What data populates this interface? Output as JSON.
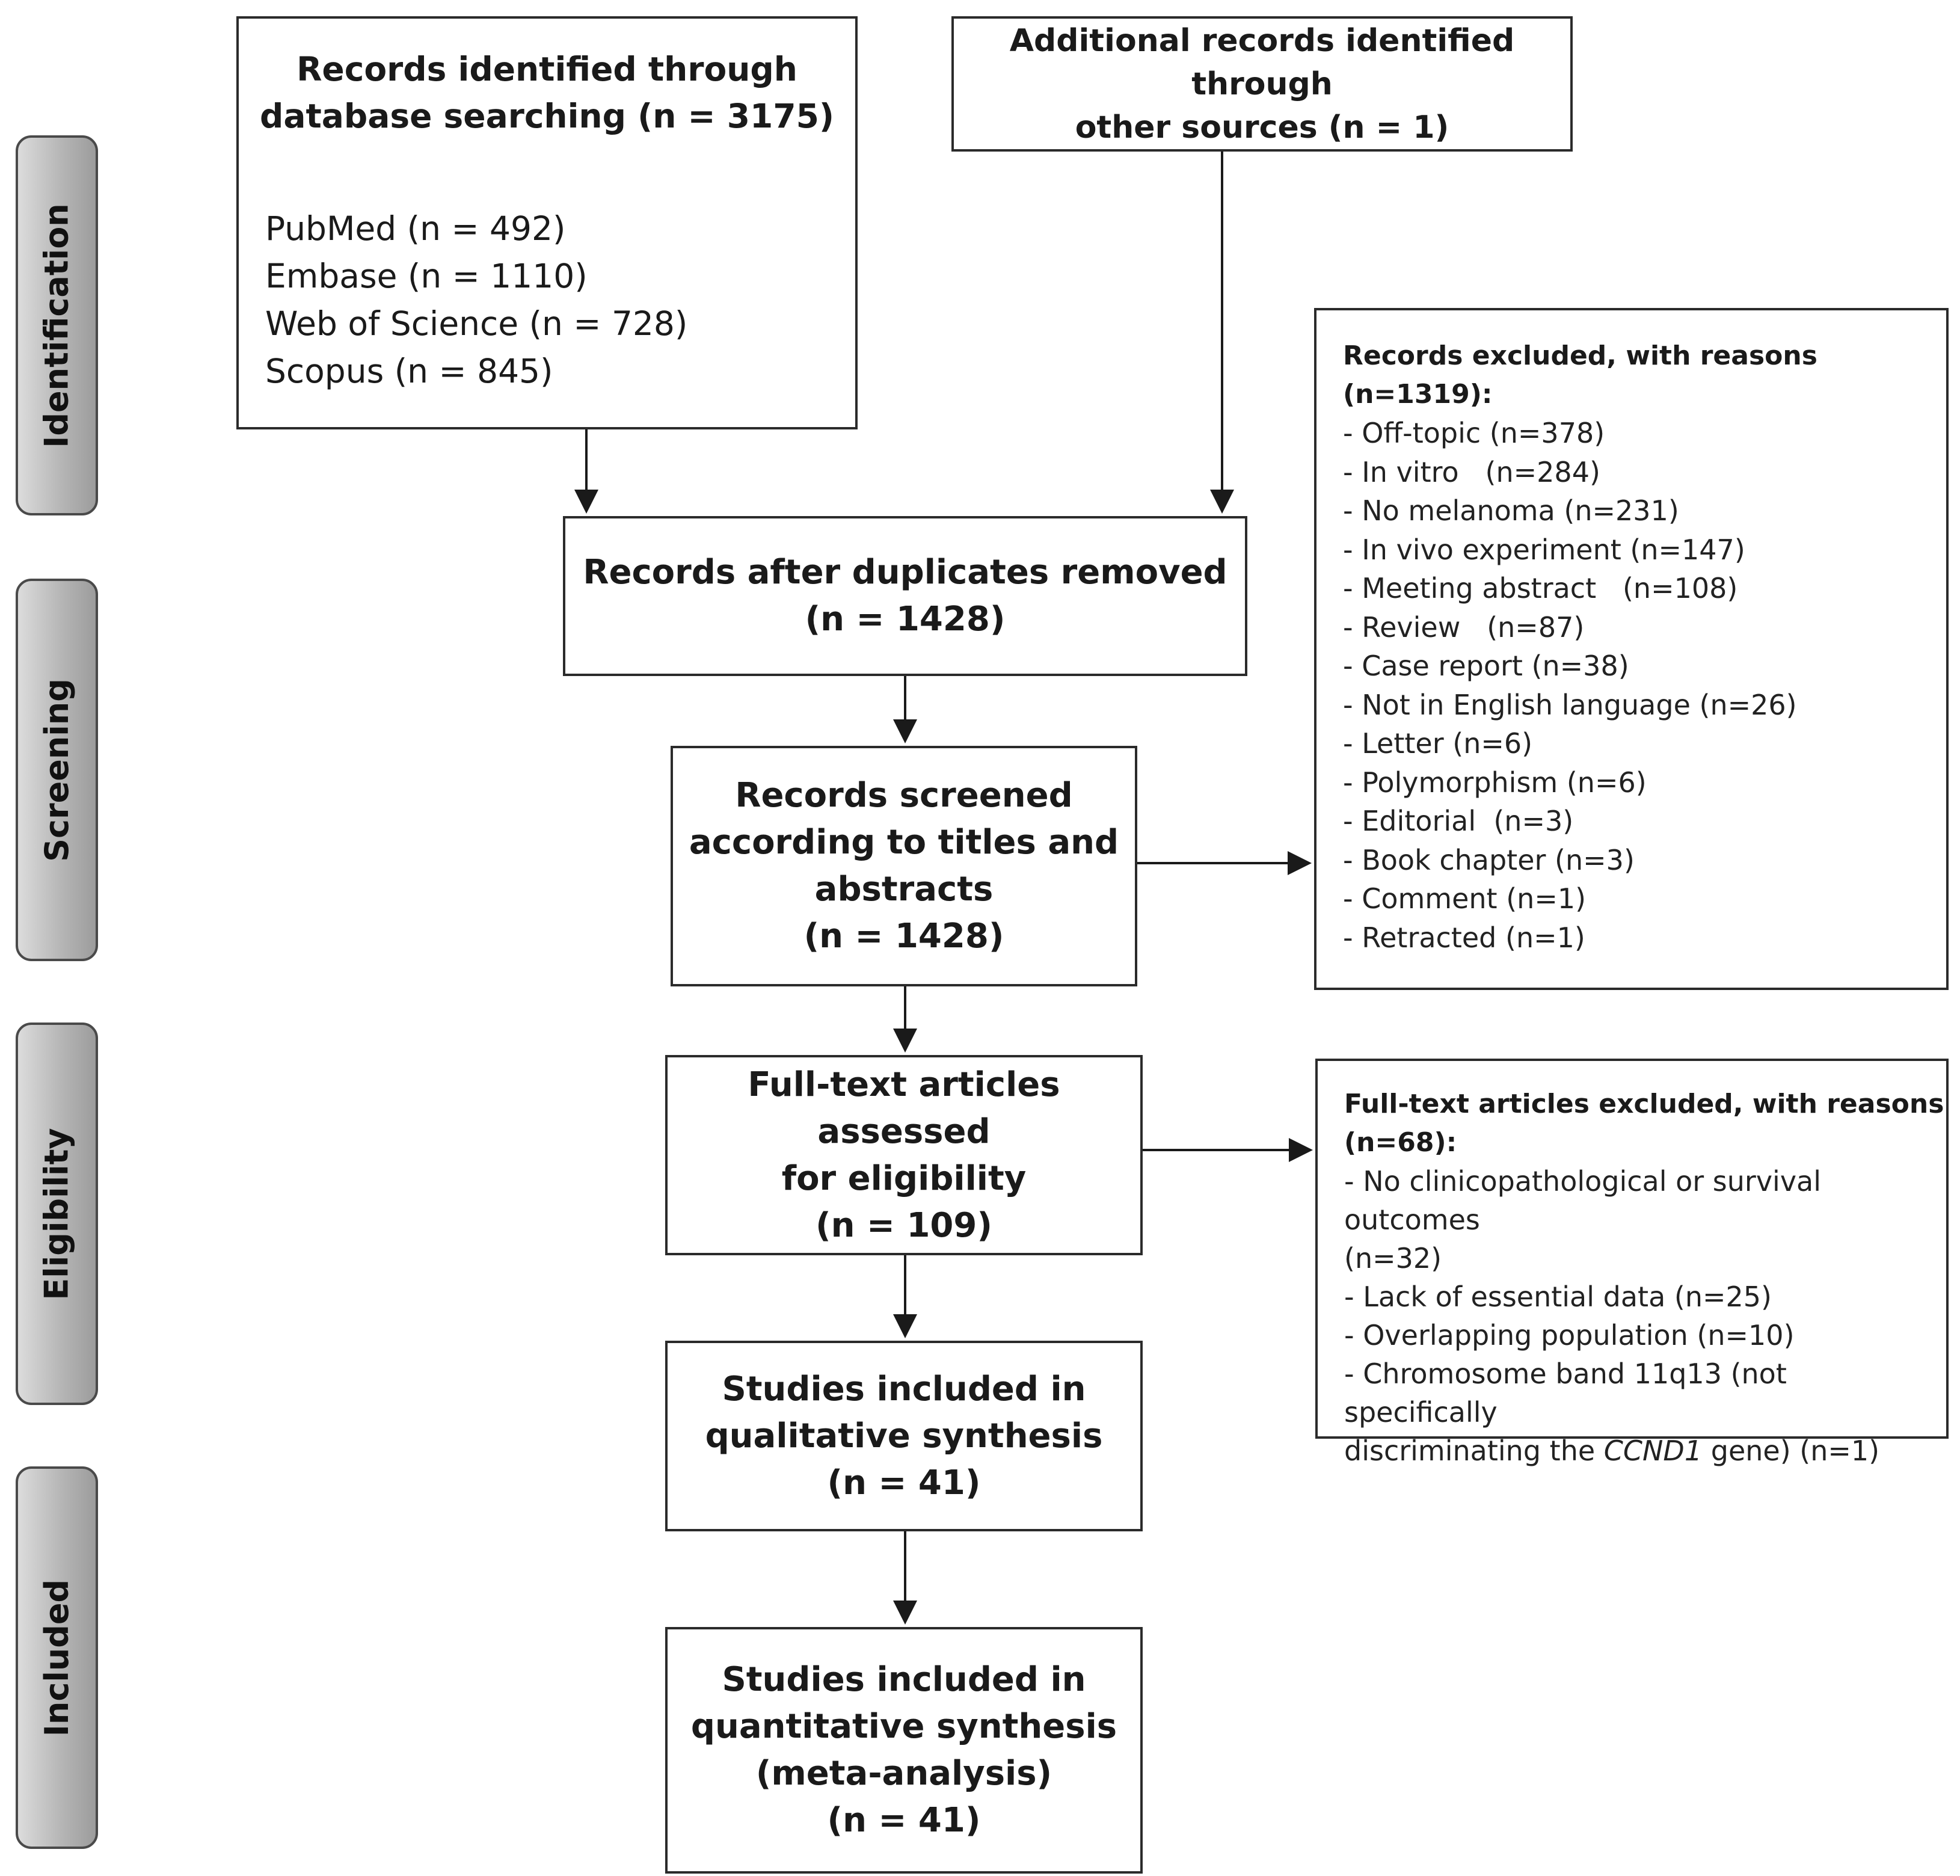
{
  "phases": {
    "identification": "Identification",
    "screening": "Screening",
    "eligibility": "Eligibility",
    "included": "Included"
  },
  "db_search": {
    "title_line1": "Records identified through",
    "title_line2": "database searching (n = 3175)",
    "sources": [
      "PubMed (n = 492)",
      "Embase (n = 1110)",
      "Web of Science (n = 728)",
      "Scopus (n = 845)"
    ]
  },
  "other_sources": {
    "line1": "Additional records identified through",
    "line2": "other sources (n = 1)"
  },
  "duplicates_removed": {
    "line1": "Records after duplicates removed",
    "line2": "(n = 1428)"
  },
  "screened": {
    "line1": "Records screened",
    "line2": "according to titles and",
    "line3": "abstracts",
    "line4": "(n = 1428)"
  },
  "records_excluded": {
    "title": "Records excluded, with reasons (n=1319):",
    "items": [
      "- Off-topic (n=378)",
      "- In vitro   (n=284)",
      "- No melanoma (n=231)",
      "- In vivo experiment (n=147)",
      "- Meeting abstract   (n=108)",
      "- Review   (n=87)",
      "- Case report (n=38)",
      "- Not in English language (n=26)",
      "- Letter (n=6)",
      "- Polymorphism (n=6)",
      "- Editorial  (n=3)",
      "- Book chapter (n=3)",
      "- Comment (n=1)",
      "- Retracted (n=1)"
    ]
  },
  "fulltext_assessed": {
    "line1": "Full-text articles assessed",
    "line2": "for eligibility",
    "line3": "(n = 109)"
  },
  "fulltext_excluded": {
    "title_line1": "Full-text articles excluded, with reasons",
    "title_line2": "(n=68):",
    "items": [
      "- No clinicopathological or survival outcomes",
      "(n=32)",
      "- Lack of essential data (n=25)",
      "- Overlapping population (n=10)",
      "- Chromosome band 11q13 (not specifically"
    ],
    "last_prefix": "discriminating the ",
    "last_gene": "CCND1",
    "last_suffix": " gene) (n=1)"
  },
  "qualitative": {
    "line1": "Studies included in",
    "line2": "qualitative synthesis",
    "line3": "(n = 41)"
  },
  "quantitative": {
    "line1": "Studies included in",
    "line2": "quantitative synthesis",
    "line3": "(meta-analysis)",
    "line4": "(n = 41)"
  }
}
